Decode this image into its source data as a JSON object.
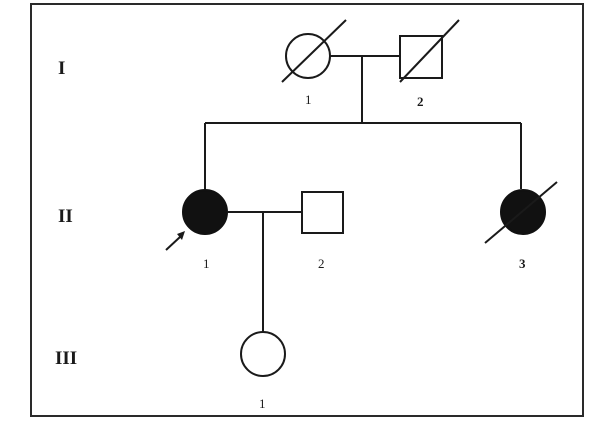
{
  "generations": [
    {
      "id": "gen-1",
      "label": "I"
    },
    {
      "id": "gen-2",
      "label": "II"
    },
    {
      "id": "gen-3",
      "label": "III"
    }
  ],
  "individuals": {
    "I_1": {
      "label": "1",
      "sex": "female",
      "affected": false,
      "deceased": true
    },
    "I_2": {
      "label": "2",
      "sex": "male",
      "affected": false,
      "deceased": true
    },
    "II_1": {
      "label": "1",
      "sex": "female",
      "affected": true,
      "deceased": false,
      "proband": true
    },
    "II_2": {
      "label": "2",
      "sex": "male",
      "affected": false,
      "deceased": false
    },
    "II_3": {
      "label": "3",
      "sex": "female",
      "affected": true,
      "deceased": true
    },
    "III_1": {
      "label": "1",
      "sex": "female",
      "affected": false,
      "deceased": false
    }
  }
}
